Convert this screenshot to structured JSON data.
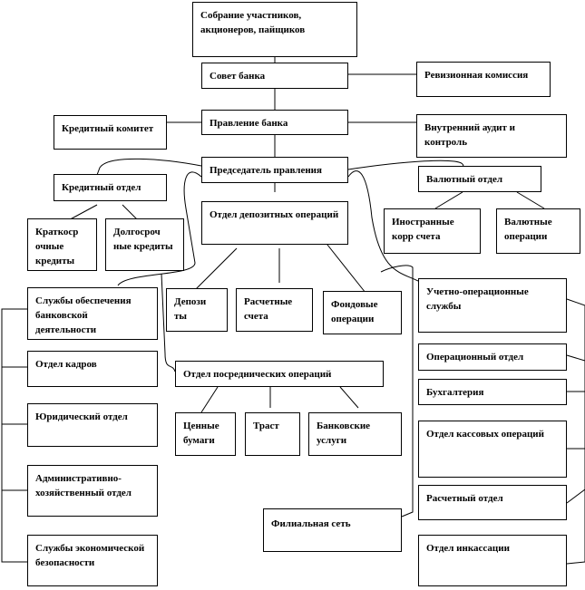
{
  "nodes": {
    "assembly": "Собрание участников, акционеров, пайщиков",
    "board": "Совет банка",
    "revision": "Ревизионная комиссия",
    "credit_committee": "Кредитный комитет",
    "management": "Правление банка",
    "audit": "Внутренний аудит и контроль",
    "chairman": "Председатель правления",
    "credit_dept": "Кредитный отдел",
    "currency_dept": "Валютный отдел",
    "deposit_dept": "Отдел депозитных операций",
    "short_term": "Краткоср очные кредиты",
    "long_term": "Долгосроч ные кредиты",
    "foreign_corr": "Иностранные корр счета",
    "currency_ops": "Валютные операции",
    "support_services": "Службы обеспечения банковской деятельности",
    "deposits": "Депози ты",
    "settlement_accounts": "Расчетные счета",
    "stock_ops": "Фондовые операции",
    "accounting_services": "Учетно-операционные службы",
    "hr": "Отдел кадров",
    "operations_dept": "Операционный отдел",
    "intermediary": "Отдел посреднических операций",
    "bookkeeping": "Бухгалтерия",
    "legal": "Юридический отдел",
    "securities": "Ценные бумаги",
    "trust": "Траст",
    "bank_services": "Банковские услуги",
    "cash_ops": "Отдел кассовых операций",
    "admin": "Административно-хозяйственный отдел",
    "settlement_dept": "Расчетный отдел",
    "branches": "Филиальная сеть",
    "security": "Службы экономической безопасности",
    "collection": "Отдел инкассации"
  }
}
